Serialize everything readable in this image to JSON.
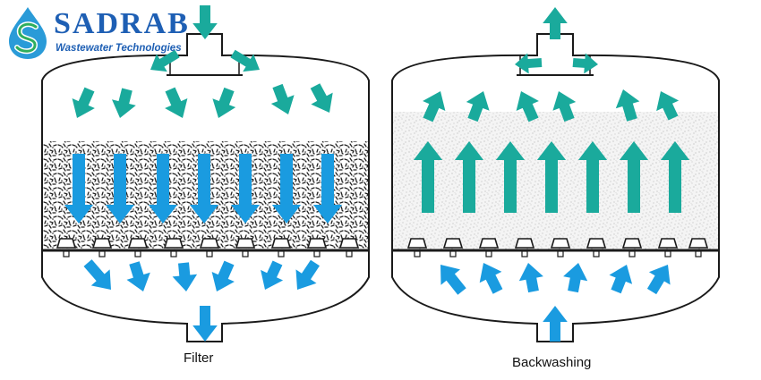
{
  "logo": {
    "name": "SADRAB",
    "tagline": "Wastewater Technologies",
    "icon": "water-drop-s-icon"
  },
  "panels": [
    {
      "caption": "Filter",
      "flow": "down",
      "media": "coarse-granular"
    },
    {
      "caption": "Backwashing",
      "flow": "up",
      "media": "fluidized-fine"
    }
  ],
  "colors": {
    "flow_teal": "#1aaa9c",
    "flow_blue": "#1a9be0",
    "logo_blue": "#1e5fb4",
    "vessel_outline": "#1a1a1a",
    "media_grains": "#222222"
  }
}
